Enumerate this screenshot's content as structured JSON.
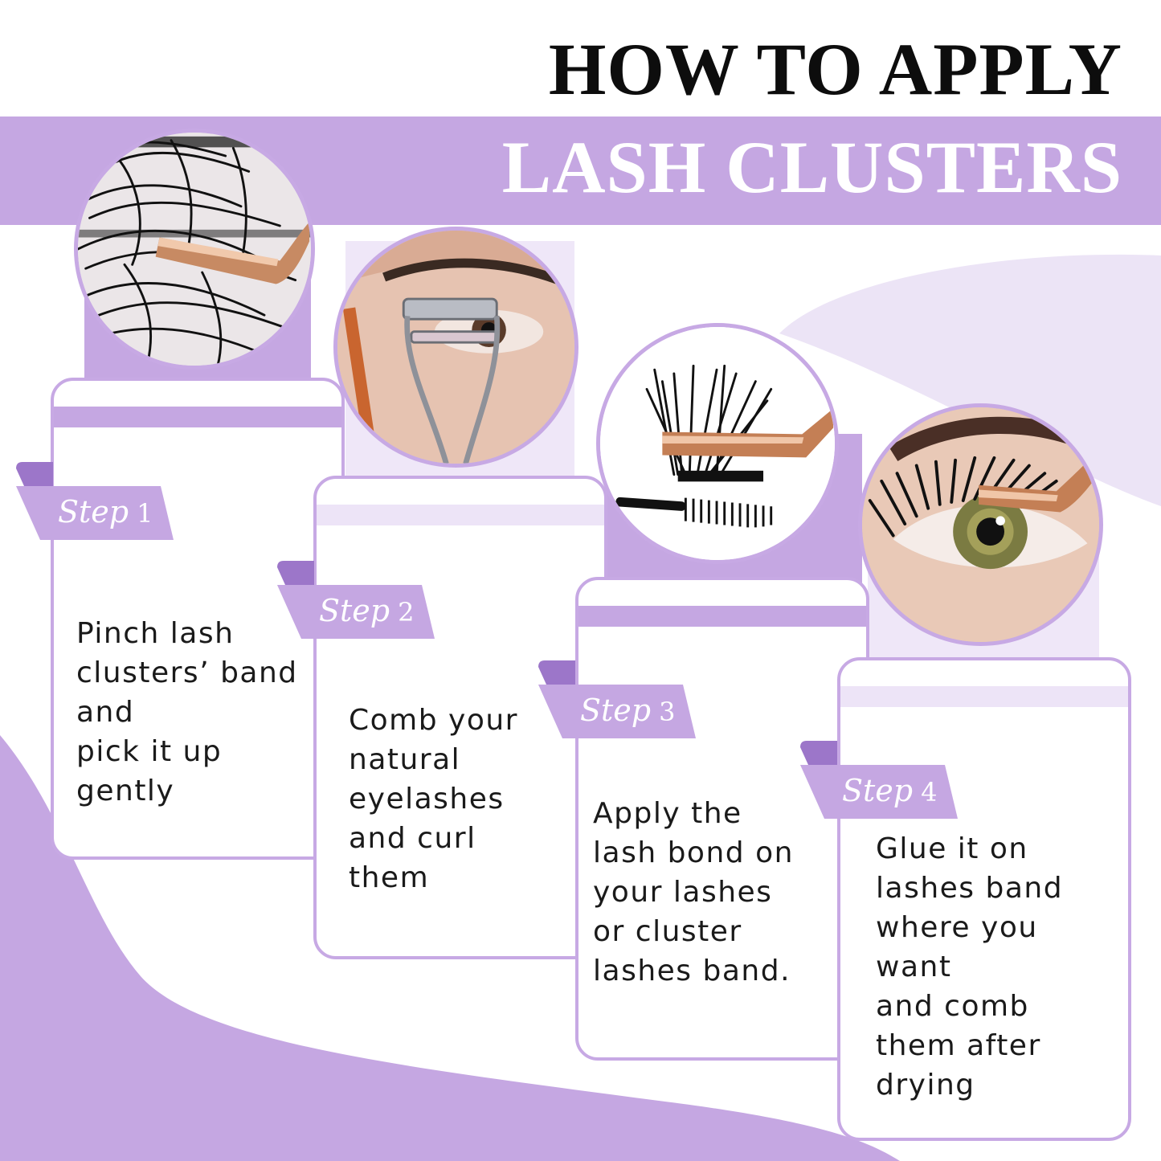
{
  "title": {
    "line1": "HOW TO APPLY",
    "line2": "LASH CLUSTERS"
  },
  "colors": {
    "lavender": "#c5a7e2",
    "lavender_light": "#ece4f6",
    "lavender_dark": "#9c76c9",
    "border": "#c7a9e4",
    "text": "#1a1a1a",
    "rose_gold": "#c78a63"
  },
  "steps": [
    {
      "label": "Step",
      "number": "1",
      "text": "Pinch lash\nclusters’ band\nand\npick it up\ngently",
      "image_icon": "lash-tray-tweezers-photo"
    },
    {
      "label": "Step",
      "number": "2",
      "text": "Comb your\nnatural\neyelashes\nand curl\nthem",
      "image_icon": "eyelash-curler-photo"
    },
    {
      "label": "Step",
      "number": "3",
      "text": "Apply the\nlash bond on\nyour lashes\nor cluster\nlashes band.",
      "image_icon": "lash-cluster-brush-photo"
    },
    {
      "label": "Step",
      "number": "4",
      "text": "Glue it on\nlashes band\nwhere you\nwant\nand comb\nthem after\ndrying",
      "image_icon": "eye-with-lashes-photo"
    }
  ]
}
